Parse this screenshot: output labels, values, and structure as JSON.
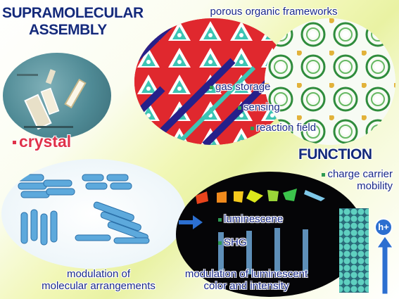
{
  "title": {
    "line1": "SUPRAMOLECULAR",
    "line2": "ASSEMBLY"
  },
  "function_title": "FUNCTION",
  "frameworks_caption": "porous organic frameworks",
  "crystal_label": "crystal",
  "framework_tags": [
    "gas storage",
    "sensing",
    "reaction field"
  ],
  "charge_tag": {
    "line1": "charge carrier",
    "line2": "mobility"
  },
  "optical_tags": [
    "luminescene",
    "SHG"
  ],
  "arrangement_caption": {
    "line1": "modulation of",
    "line2": "molecular arrangements"
  },
  "luminescent_caption": {
    "line1": "modulation of luminescent",
    "line2": "color and intensity"
  },
  "hole_symbol": "h+",
  "colors": {
    "title": "#142a7a",
    "crystal": "#e0324a",
    "accent": "#2e9a52",
    "framework_red": "#e0282e",
    "framework_teal": "#3cc4b4",
    "framework_navy": "#26208a"
  }
}
